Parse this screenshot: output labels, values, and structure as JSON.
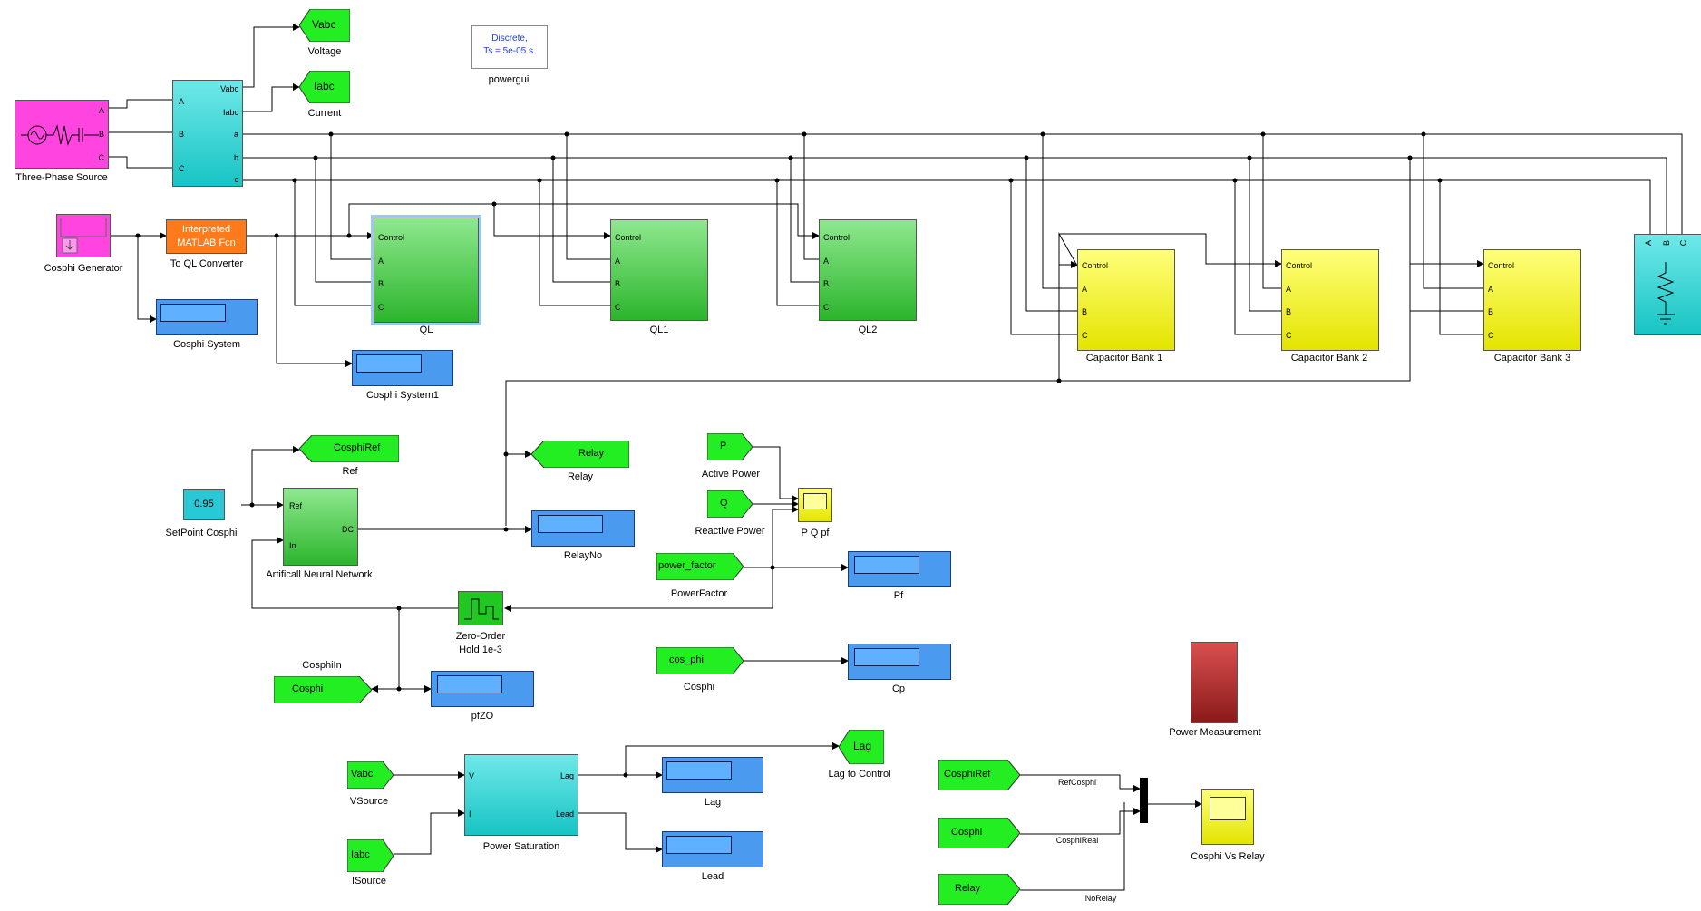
{
  "powergui": {
    "line1": "Discrete,",
    "line2": "Ts = 5e-05 s.",
    "label": "powergui"
  },
  "source": {
    "label": "Three-Phase Source",
    "ports": [
      "A",
      "B",
      "C"
    ]
  },
  "measurement": {
    "in_ports": [
      "A",
      "B",
      "C"
    ],
    "out_ports": [
      "Vabc",
      "Iabc",
      "a",
      "b",
      "c"
    ]
  },
  "goto_top": [
    {
      "tag": "Vabc",
      "label": "Voltage"
    },
    {
      "tag": "Iabc",
      "label": "Current"
    }
  ],
  "cosphi_gen": {
    "label": "Cosphi Generator"
  },
  "matlab_fcn": {
    "line1": "Interpreted",
    "line2": "MATLAB Fcn",
    "label": "To QL Converter"
  },
  "displays": {
    "cosphi_system": "Cosphi System",
    "cosphi_system1": "Cosphi System1",
    "relay_no": "RelayNo",
    "pf": "Pf",
    "cp": "Cp",
    "pfzo": "pfZO",
    "lag": "Lag",
    "lead": "Lead"
  },
  "ql_blocks": [
    {
      "label": "QL"
    },
    {
      "label": "QL1"
    },
    {
      "label": "QL2"
    }
  ],
  "cap_blocks": [
    {
      "label": "Capacitor Bank 1"
    },
    {
      "label": "Capacitor Bank 2"
    },
    {
      "label": "Capacitor Bank 3"
    }
  ],
  "block_ports": {
    "control": "Control",
    "a": "A",
    "b": "B",
    "c": "C"
  },
  "load_ports": [
    "A",
    "B",
    "C"
  ],
  "from_blocks": {
    "cosphiref_goto": {
      "tag": "CosphiRef",
      "label": "Ref"
    },
    "relay_goto": {
      "tag": "Relay",
      "label": "Relay"
    },
    "p_from": {
      "tag": "P",
      "label": "Active Power"
    },
    "q_from": {
      "tag": "Q",
      "label": "Reactive Power"
    },
    "pf_from": {
      "tag": "power_factor",
      "label": "PowerFactor"
    },
    "cosphi_from": {
      "tag": "cos_phi",
      "label": "Cosphi"
    },
    "cosphi_goto": {
      "tag": "Cosphi",
      "label_top": "CosphiIn"
    },
    "vabc_from": {
      "tag": "Vabc",
      "label": "VSource"
    },
    "iabc_from": {
      "tag": "Iabc",
      "label": "ISource"
    },
    "lag_goto": {
      "tag": "Lag",
      "label": "Lag to Control"
    },
    "ref_from": {
      "tag": "CosphiRef"
    },
    "cosphi2_from": {
      "tag": "Cosphi"
    },
    "relay_from": {
      "tag": "Relay"
    }
  },
  "setpoint": {
    "value": "0.95",
    "label": "SetPoint Cosphi"
  },
  "ann": {
    "label": "Artificall Neural Network",
    "ref": "Ref",
    "in": "In",
    "dc": "DC"
  },
  "scope_pq": {
    "label": "P Q pf"
  },
  "zoh": {
    "line1": "Zero-Order",
    "line2": "Hold 1e-3"
  },
  "power_sat": {
    "label": "Power Saturation",
    "v": "V",
    "i": "I",
    "lag": "Lag",
    "lead": "Lead"
  },
  "power_measurement": {
    "label": "Power Measurement"
  },
  "scope_relay": {
    "label": "Cosphi Vs Relay"
  },
  "signal_names": {
    "ref": "RefCosphi",
    "real": "CosphiReal",
    "relay": "NoRelay"
  },
  "colors": {
    "green": "#2cb52c",
    "yellow": "#e4e400",
    "cyan": "#18c4c4",
    "magenta": "#ff44e0",
    "blue": "#5aa9ee",
    "orange": "#ff7a1a",
    "darkred": "#8b1a1a"
  }
}
